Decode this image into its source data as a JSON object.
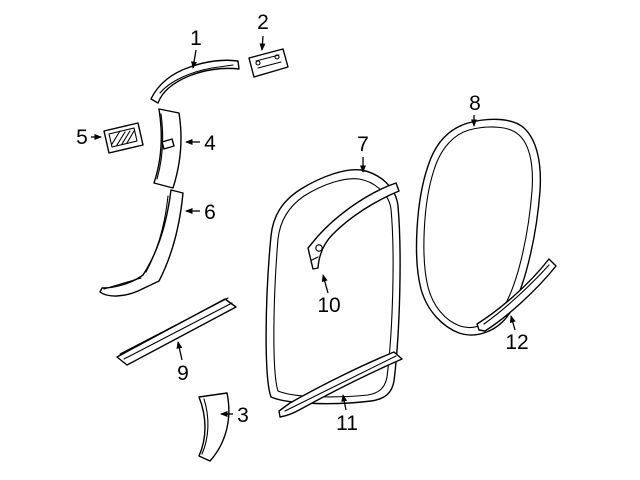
{
  "diagram": {
    "kind": "auto-parts-exploded-diagram",
    "background_color": "#ffffff",
    "line_color": "#000000",
    "callouts": [
      {
        "label": "1",
        "part": "a-pillar-upper-trim"
      },
      {
        "label": "2",
        "part": "mounting-bracket-plate"
      },
      {
        "label": "3",
        "part": "cowl-side-trim"
      },
      {
        "label": "4",
        "part": "b-pillar-upper-trim"
      },
      {
        "label": "5",
        "part": "trim-bezel-insert"
      },
      {
        "label": "6",
        "part": "b-pillar-lower-trim"
      },
      {
        "label": "7",
        "part": "front-door-opening-weatherstrip"
      },
      {
        "label": "8",
        "part": "rear-door-opening-weatherstrip"
      },
      {
        "label": "9",
        "part": "front-sill-scuff-plate"
      },
      {
        "label": "10",
        "part": "inner-garnish-strip"
      },
      {
        "label": "11",
        "part": "front-door-sill-strip"
      },
      {
        "label": "12",
        "part": "rear-door-sill-strip"
      }
    ]
  }
}
